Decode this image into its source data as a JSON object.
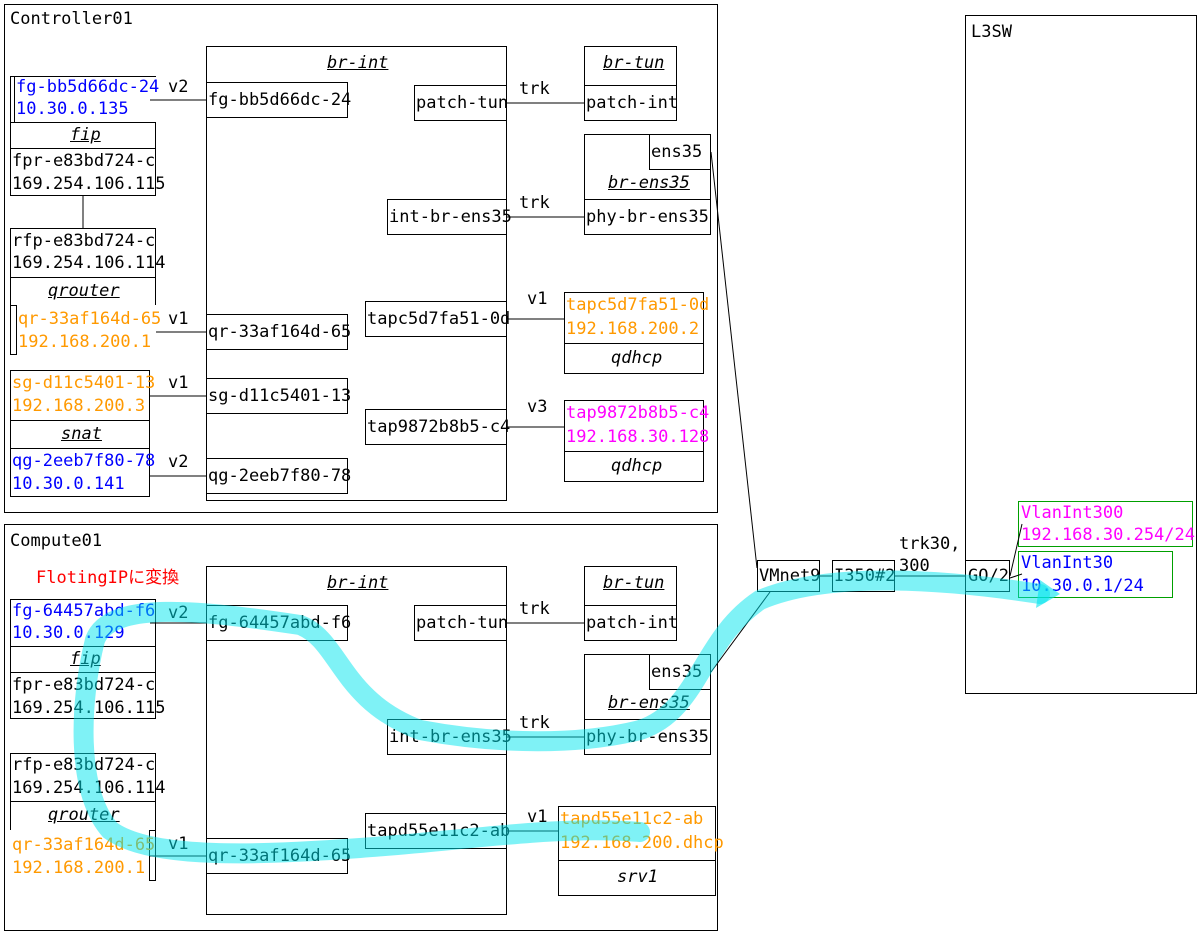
{
  "nodes": {
    "controller": {
      "name": "Controller01",
      "br_int": "br-int",
      "br_tun": "br-tun",
      "br_ens35": "br-ens35",
      "fip": {
        "title": "fip",
        "fg_name": "fg-bb5d66dc-24",
        "fg_ip": "10.30.0.135",
        "fpr_name": "fpr-e83bd724-c",
        "fpr_ip": "169.254.106.115"
      },
      "grouter": {
        "title": "qrouter",
        "rfp_name": "rfp-e83bd724-c",
        "rfp_ip": "169.254.106.114",
        "qr_name": "qr-33af164d-65",
        "qr_ip": "192.168.200.1"
      },
      "snat": {
        "title": "snat",
        "sg_name": "sg-d11c5401-13",
        "sg_ip": "192.168.200.3",
        "qg_name": "qg-2eeb7f80-78",
        "qg_ip": "10.30.0.141"
      },
      "br_int_ports": {
        "fg": "fg-bb5d66dc-24",
        "qr": "qr-33af164d-65",
        "sg": "sg-d11c5401-13",
        "qg": "qg-2eeb7f80-78",
        "patch_tun": "patch-tun",
        "int_br_ens35": "int-br-ens35",
        "tap1": "tapc5d7fa51-0d",
        "tap2": "tap9872b8b5-c4"
      },
      "br_tun_port": "patch-int",
      "br_ens35_ports": {
        "ens35": "ens35",
        "phy": "phy-br-ens35"
      },
      "dhcp1": {
        "name": "tapc5d7fa51-0d",
        "ip": "192.168.200.2",
        "title": "qdhcp"
      },
      "dhcp2": {
        "name": "tap9872b8b5-c4",
        "ip": "192.168.30.128",
        "title": "qdhcp"
      }
    },
    "compute": {
      "name": "Compute01",
      "note": "FlotingIPに変換",
      "br_int": "br-int",
      "br_tun": "br-tun",
      "br_ens35": "br-ens35",
      "fip": {
        "title": "fip",
        "fg_name": "fg-64457abd-f6",
        "fg_ip": "10.30.0.129",
        "fpr_name": "fpr-e83bd724-c",
        "fpr_ip": "169.254.106.115"
      },
      "grouter": {
        "title": "qrouter",
        "rfp_name": "rfp-e83bd724-c",
        "rfp_ip": "169.254.106.114",
        "qr_name": "qr-33af164d-65",
        "qr_ip": "192.168.200.1"
      },
      "br_int_ports": {
        "fg": "fg-64457abd-f6",
        "qr": "qr-33af164d-65",
        "patch_tun": "patch-tun",
        "int_br_ens35": "int-br-ens35",
        "tap": "tapd55e11c2-ab"
      },
      "br_tun_port": "patch-int",
      "br_ens35_ports": {
        "ens35": "ens35",
        "phy": "phy-br-ens35"
      },
      "vm": {
        "name": "tapd55e11c2-ab",
        "ip": "192.168.200.dhcp",
        "title": "srv1"
      }
    },
    "l3sw": {
      "name": "L3SW",
      "port": "GO/2",
      "vlan300_name": "VlanInt300",
      "vlan300_ip": "192.168.30.254/24",
      "vlan30_name": "VlanInt30",
      "vlan30_ip": "10.30.0.1/24"
    },
    "vmnet": "VMnet9",
    "nic": "I350#2"
  },
  "links": {
    "v1": "v1",
    "v2": "v2",
    "v3": "v3",
    "trk": "trk",
    "trk_l3": "trk30,",
    "trk_l3_2": "300"
  },
  "colors": {
    "highlight": "#00e5ee",
    "blue": "#0000ff",
    "orange": "#ff9900",
    "magenta": "#ff00ff",
    "red": "#ff0000"
  }
}
